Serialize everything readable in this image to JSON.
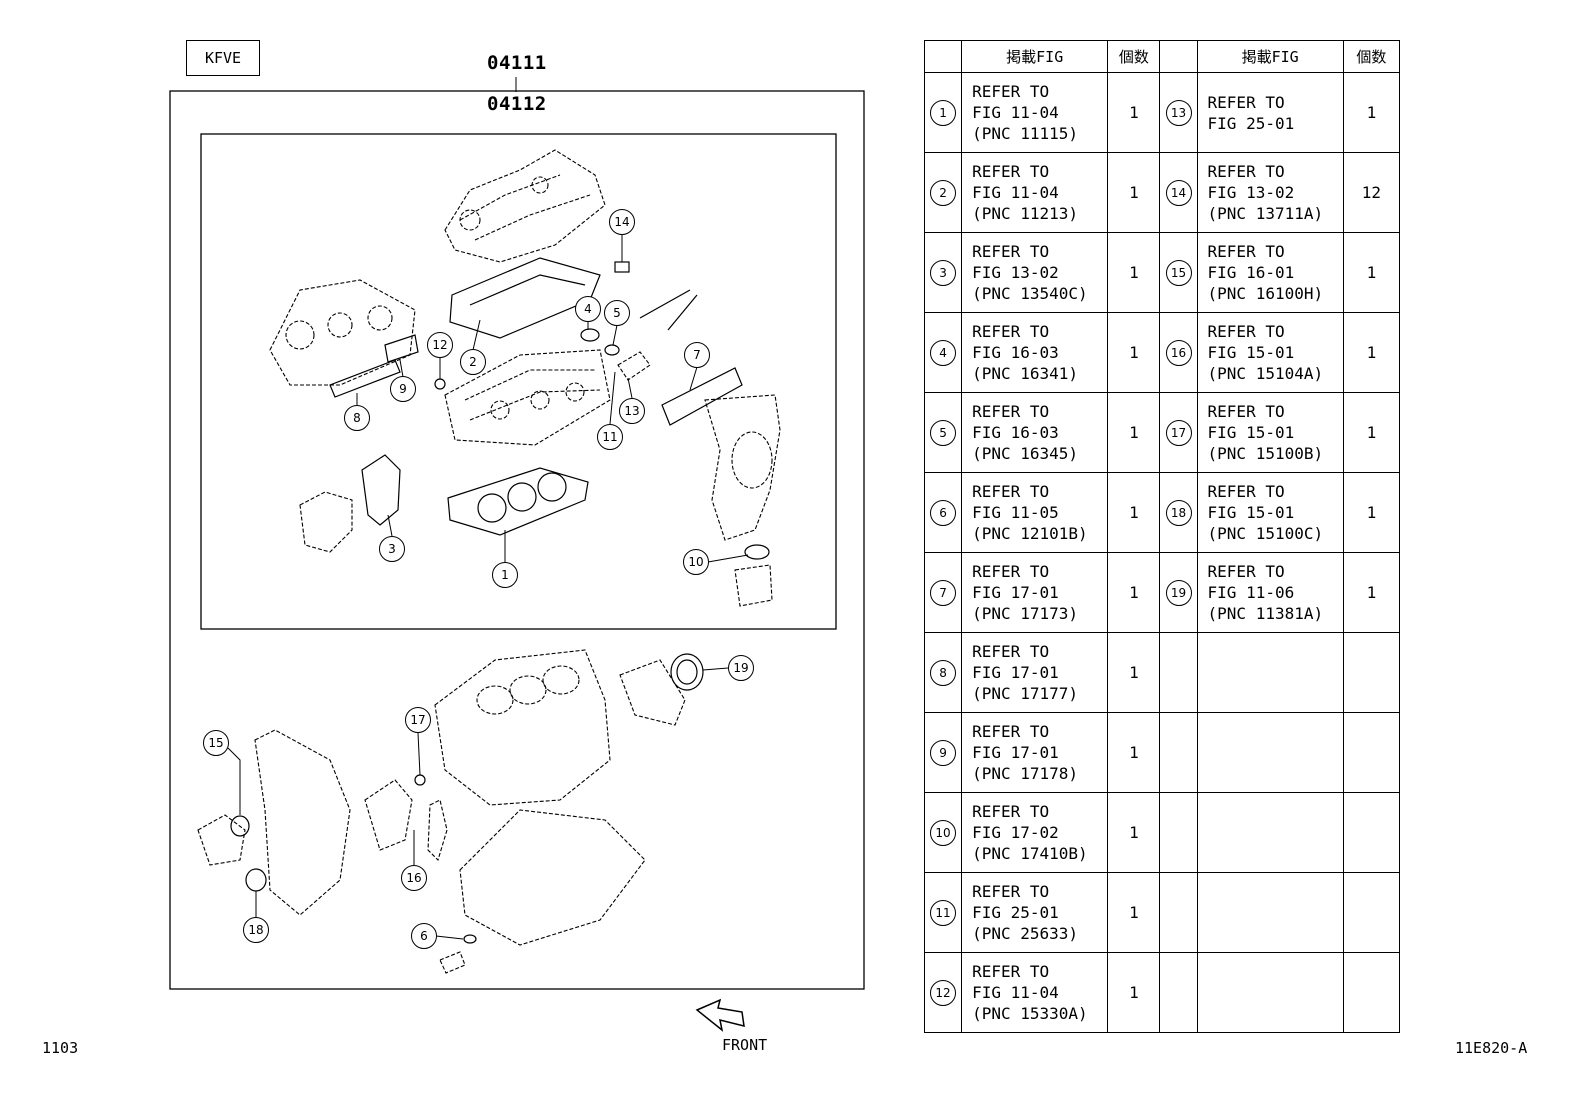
{
  "engine_code": "KFVE",
  "kit_numbers": [
    "04111",
    "04112"
  ],
  "page_number": "1103",
  "figure_code": "11E820-A",
  "front_label": "FRONT",
  "table": {
    "headers": {
      "fig": "掲載FIG",
      "qty": "個数"
    },
    "left": [
      {
        "num": "1",
        "ref": "REFER TO\nFIG 11-04\n(PNC 11115)",
        "qty": "1"
      },
      {
        "num": "2",
        "ref": "REFER TO\nFIG 11-04\n(PNC 11213)",
        "qty": "1"
      },
      {
        "num": "3",
        "ref": "REFER TO\nFIG 13-02\n(PNC 13540C)",
        "qty": "1"
      },
      {
        "num": "4",
        "ref": "REFER TO\nFIG 16-03\n(PNC 16341)",
        "qty": "1"
      },
      {
        "num": "5",
        "ref": "REFER TO\nFIG 16-03\n(PNC 16345)",
        "qty": "1"
      },
      {
        "num": "6",
        "ref": "REFER TO\nFIG 11-05\n(PNC 12101B)",
        "qty": "1"
      },
      {
        "num": "7",
        "ref": "REFER TO\nFIG 17-01\n(PNC 17173)",
        "qty": "1"
      },
      {
        "num": "8",
        "ref": "REFER TO\nFIG 17-01\n(PNC 17177)",
        "qty": "1"
      },
      {
        "num": "9",
        "ref": "REFER TO\nFIG 17-01\n(PNC 17178)",
        "qty": "1"
      },
      {
        "num": "10",
        "ref": "REFER TO\nFIG 17-02\n(PNC 17410B)",
        "qty": "1"
      },
      {
        "num": "11",
        "ref": "REFER TO\nFIG 25-01\n(PNC 25633)",
        "qty": "1"
      },
      {
        "num": "12",
        "ref": "REFER TO\nFIG 11-04\n(PNC 15330A)",
        "qty": "1"
      }
    ],
    "right": [
      {
        "num": "13",
        "ref": "REFER TO\nFIG 25-01",
        "qty": "1"
      },
      {
        "num": "14",
        "ref": "REFER TO\nFIG 13-02\n(PNC 13711A)",
        "qty": "12"
      },
      {
        "num": "15",
        "ref": "REFER TO\nFIG 16-01\n(PNC 16100H)",
        "qty": "1"
      },
      {
        "num": "16",
        "ref": "REFER TO\nFIG 15-01\n(PNC 15104A)",
        "qty": "1"
      },
      {
        "num": "17",
        "ref": "REFER TO\nFIG 15-01\n(PNC 15100B)",
        "qty": "1"
      },
      {
        "num": "18",
        "ref": "REFER TO\nFIG 15-01\n(PNC 15100C)",
        "qty": "1"
      },
      {
        "num": "19",
        "ref": "REFER TO\nFIG 11-06\n(PNC 11381A)",
        "qty": "1"
      }
    ]
  },
  "callouts": [
    "1",
    "2",
    "3",
    "4",
    "5",
    "6",
    "7",
    "8",
    "9",
    "10",
    "11",
    "12",
    "13",
    "14",
    "15",
    "16",
    "17",
    "18",
    "19"
  ]
}
